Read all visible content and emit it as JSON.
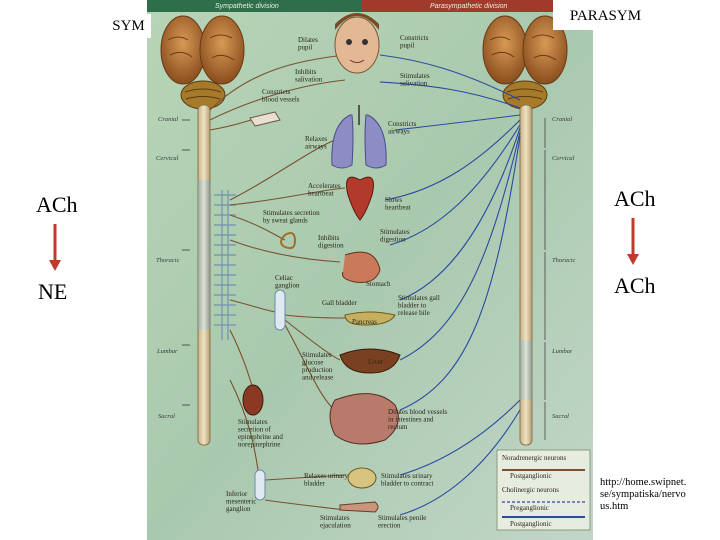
{
  "header": {
    "sym_title": "SYM",
    "parasym_title": "PARASYM",
    "sympathetic_division": "Sympathetic division",
    "parasympathetic_division": "Parasympathetic division"
  },
  "left_transmitters": {
    "top": "ACh",
    "bottom": "NE"
  },
  "right_transmitters": {
    "top": "ACh",
    "bottom": "ACh"
  },
  "source_url": "http://home.swipnet.se/sympatiska/nervous.htm",
  "source_url_lines": [
    "http://home.swipnet.",
    "se/sympatiska/nervo",
    "us.htm"
  ],
  "regions_left": [
    "Cranial",
    "Cervical",
    "Thoracic",
    "Lumbar",
    "Sacral"
  ],
  "regions_right": [
    "Cranial",
    "Cervical",
    "Thoracic",
    "Lumbar",
    "Sacral"
  ],
  "labels": {
    "dilates_pupil": [
      "Dilates",
      "pupil"
    ],
    "constricts_pupil": [
      "Constricts",
      "pupil"
    ],
    "inhibits_salivation": [
      "Inhibits",
      "salivation"
    ],
    "stimulates_salivation": [
      "Stimulates",
      "salivation"
    ],
    "constricts_blood_vessels": [
      "Constricts",
      "blood vessels"
    ],
    "constricts_airways": [
      "Constricts",
      "airways"
    ],
    "relaxes_airways": [
      "Relaxes",
      "airways"
    ],
    "accelerates_heartbeat": [
      "Accelerates",
      "heartbeat"
    ],
    "slows_heartbeat": [
      "Slows",
      "heartbeat"
    ],
    "stimulates_sweat": [
      "Stimulates secretion",
      "by sweat glands"
    ],
    "inhibits_digestion": [
      "Inhibits",
      "digestion"
    ],
    "stimulates_digestion": [
      "Stimulates",
      "digestion"
    ],
    "celiac_ganglion": [
      "Celiac",
      "ganglion"
    ],
    "stomach": [
      "Stomach"
    ],
    "gall_bladder": [
      "Gall bladder"
    ],
    "stimulates_gall_bladder": [
      "Stimulates gall",
      "bladder to",
      "release bile"
    ],
    "pancreas": [
      "Pancreas"
    ],
    "stimulates_glucose": [
      "Stimulates",
      "glucose",
      "production",
      "and release"
    ],
    "liver": [
      "Liver"
    ],
    "dilates_blood_vessels": [
      "Dilates blood vessels",
      "in intestines and",
      "rectum"
    ],
    "stimulates_epinephrine": [
      "Stimulates",
      "secretion of",
      "epinephrine and",
      "norepinephrine"
    ],
    "relaxes_urinary": [
      "Relaxes urinary",
      "bladder"
    ],
    "stimulates_urinary": [
      "Stimulates urinary",
      "bladder to contract"
    ],
    "inferior_ganglion": [
      "Inferior",
      "mesenteric",
      "ganglion"
    ],
    "stimulates_ejaculation": [
      "Stimulates",
      "ejaculation"
    ],
    "stimulates_erection": [
      "Stimulates penile",
      "erection"
    ]
  },
  "legend": {
    "noradrenergic": "Noradrenergic neurons",
    "noradrenergic_line": "Postganglionic",
    "cholinergic": "Cholinergic neurons",
    "preganglionic": "Preganglionic",
    "postganglionic": "Postganglionic"
  },
  "colors": {
    "background": "#a8c8a8",
    "sym_nerve": "#7a5030",
    "parasym_nerve": "#2c4aa0",
    "spine": "#b8a890",
    "arrow": "#c0392b",
    "header_green": "#2f6e4a",
    "header_red": "#a03a2a"
  }
}
